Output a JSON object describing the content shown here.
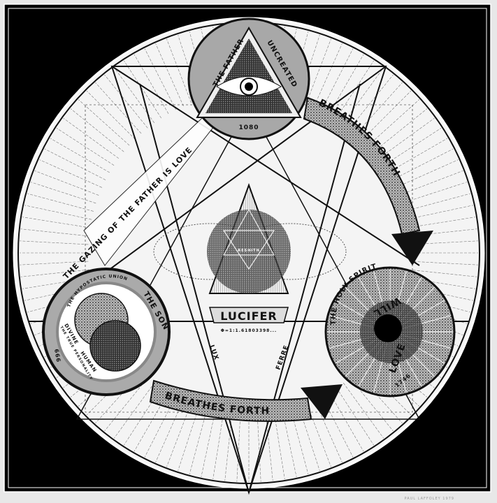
{
  "father": {
    "title": "THE FATHER",
    "subtitle": "UNCREATED",
    "number": "1080"
  },
  "son": {
    "title": "THE SON",
    "union": "THE HYPOSTATIC UNION",
    "divine": "DIVINE",
    "human": "HUMAN",
    "personality": "THE TRUE PERSONALITY",
    "number": "666"
  },
  "spirit": {
    "title": "THE HOLY SPIRIT",
    "will": "WILL",
    "love": "LOVE",
    "number": "1746"
  },
  "center": {
    "name": "LUCIFER",
    "phi": "Φ=1:1.61803398...",
    "lux": "LUX",
    "ferre": "FERRE",
    "core": "RESHITH"
  },
  "bands": {
    "gazing": "THE GAZING OF THE FATHER IS LOVE",
    "breathes_top": "BREATHES FORTH",
    "breathes_bottom": "BREATHES FORTH"
  },
  "signature": "PAUL LAFFOLEY 1979",
  "colors": {
    "background": "#000000",
    "paper": "#f4f4f4",
    "ink": "#111111",
    "tone": "#9a9a9a"
  }
}
